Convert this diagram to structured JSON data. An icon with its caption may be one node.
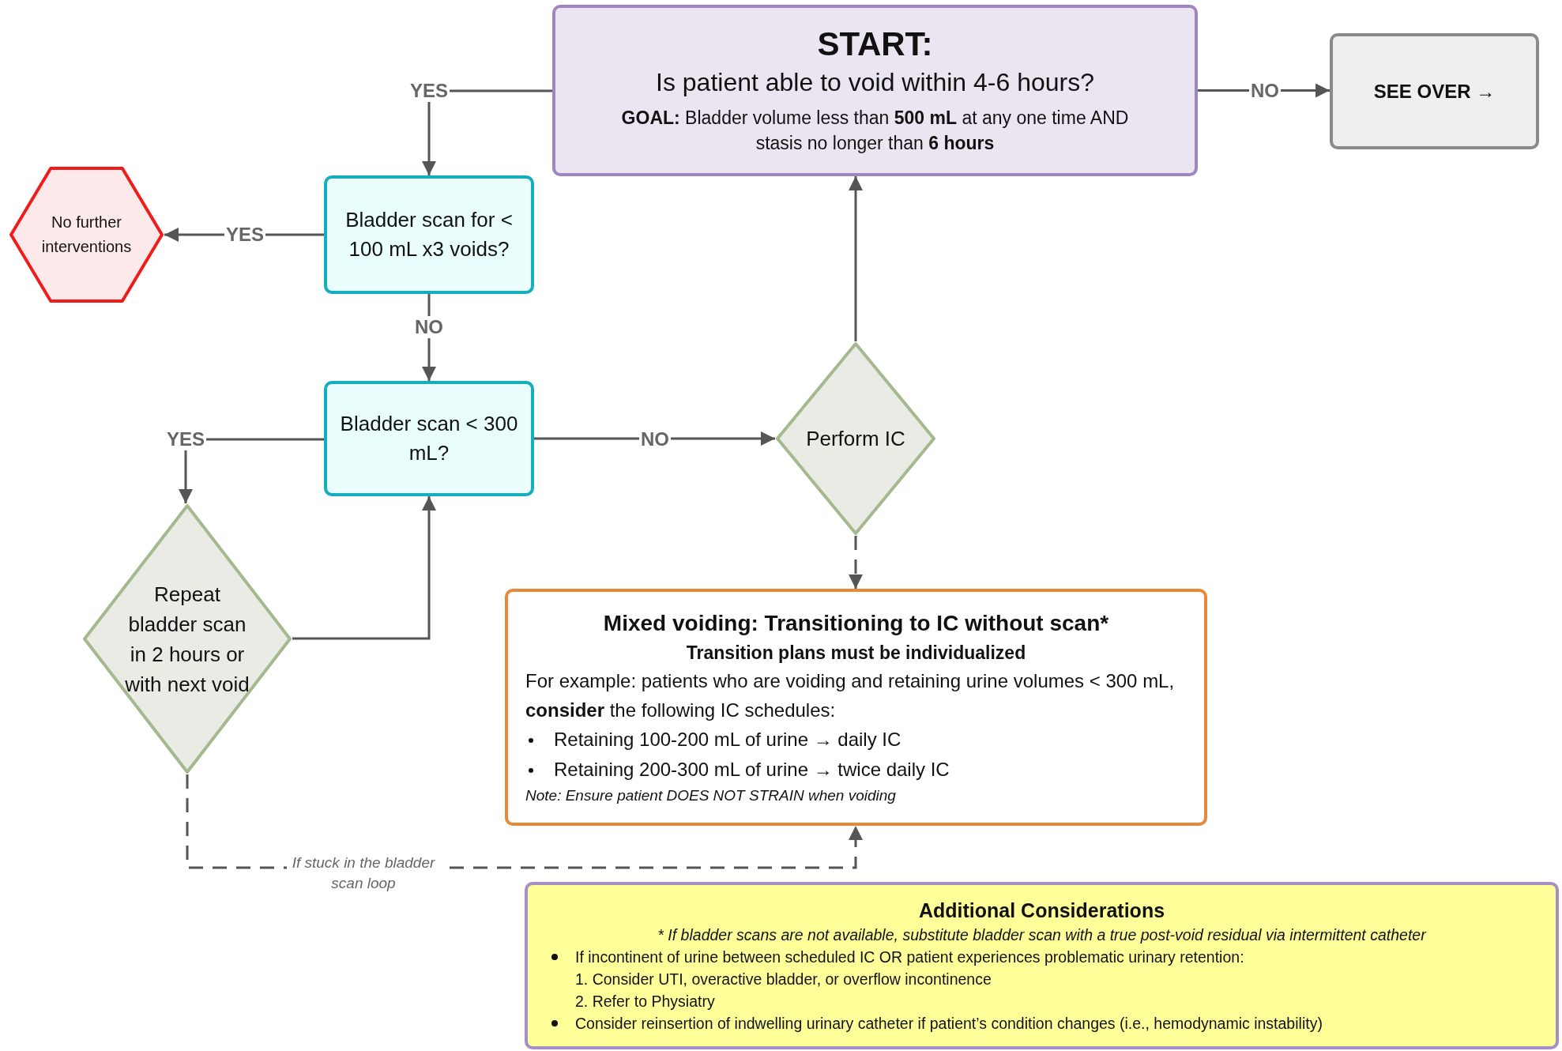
{
  "diagram": {
    "nodes": [
      {
        "text": [
          "START:",
          "Is patient able to void within 4-6 hours?",
          "**GOAL:** Bladder volume less than **500 mL** at any one time AND stasis no longer than **6 hours**"
        ]
      },
      {
        "text": [
          "SEE OVER →"
        ]
      },
      {
        "text": [
          "No further interventions"
        ]
      },
      {
        "text": [
          "Bladder scan for < 100 mL x3 voids?"
        ]
      },
      {
        "text": [
          "Bladder scan < 300 mL?"
        ]
      },
      {
        "text": [
          "Perform IC"
        ]
      },
      {
        "text": [
          "Repeat bladder scan in 2 hours or with next void"
        ]
      },
      {
        "text": [
          "Mixed voiding: Transitioning to IC without scan*",
          "Transition plans must be individualized",
          "For example: patients who are voiding and retaining urine volumes < 300 mL, **consider** the following IC schedules:",
          "Retaining 100-200 mL of urine → daily IC",
          "Retaining 200-300 mL of urine → twice daily IC",
          "Note: Ensure patient DOES NOT STRAIN when voiding"
        ]
      },
      {
        "text": [
          "Additional Considerations",
          "* If bladder scans are not available, substitute bladder scan with a true post-void residual via intermittent catheter",
          "If incontinent of urine between scheduled IC OR patient experiences problematic urinary retention:",
          "1. Consider UTI, overactive bladder, or overflow incontinence",
          "2. Refer to Physiatry",
          "Consider reinsertion of indwelling urinary catheter if patient’s condition changes (i.e., hemodynamic instability)"
        ]
      }
    ],
    "edges": [
      {
        "from": 0,
        "to": 3,
        "arrow": "to",
        "label": "YES"
      },
      {
        "from": 0,
        "to": 1,
        "arrow": "to",
        "label": "NO"
      },
      {
        "from": 3,
        "to": 2,
        "arrow": "to",
        "label": "YES"
      },
      {
        "from": 3,
        "to": 4,
        "arrow": "to",
        "label": "NO"
      },
      {
        "from": 4,
        "to": 5,
        "arrow": "to",
        "label": "NO"
      },
      {
        "from": 4,
        "to": 6,
        "arrow": "to",
        "label": "YES"
      },
      {
        "from": 6,
        "to": 4,
        "arrow": "to"
      },
      {
        "from": 5,
        "to": 0,
        "arrow": "to"
      },
      {
        "from": 5,
        "to": 7,
        "arrow": "to",
        "style": "dashed"
      },
      {
        "from": 6,
        "to": 7,
        "arrow": "to",
        "style": "dashed",
        "label": "If stuck in the bladder scan loop"
      }
    ]
  }
}
